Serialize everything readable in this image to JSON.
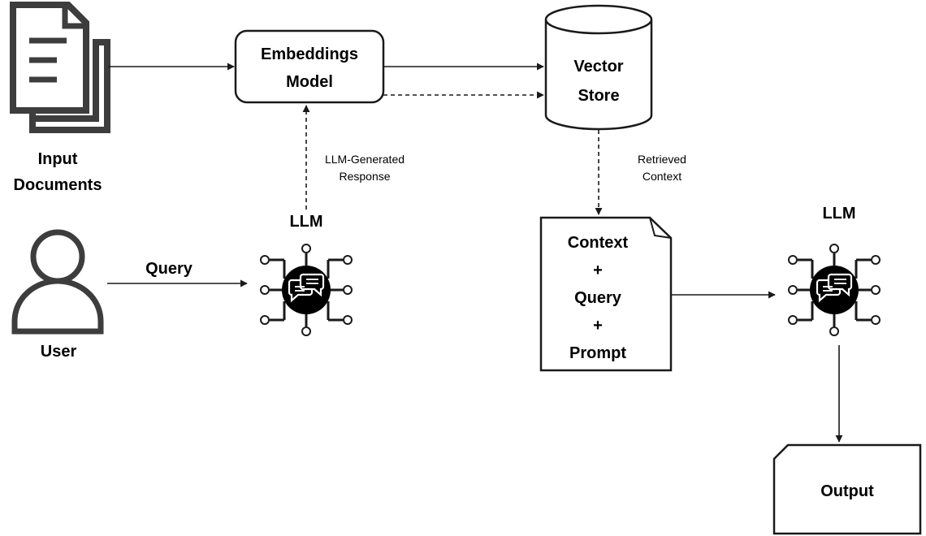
{
  "nodes": {
    "input_documents": [
      "Input",
      "Documents"
    ],
    "user": "User",
    "embeddings_model": [
      "Embeddings",
      "Model"
    ],
    "vector_store": [
      "Vector",
      "Store"
    ],
    "llm_left": "LLM",
    "llm_right": "LLM",
    "prompt_doc": [
      "Context",
      "+",
      "Query",
      "+",
      "Prompt"
    ],
    "output": "Output"
  },
  "edges": {
    "query": "Query",
    "llm_generated_response": [
      "LLM-Generated",
      "Response"
    ],
    "retrieved_context": [
      "Retrieved",
      "Context"
    ]
  },
  "colors": {
    "stroke": "#1a1a1a",
    "icon_gray": "#3d3d3d",
    "chip_fill": "#000000"
  },
  "icons": [
    "documents-icon",
    "user-icon",
    "llm-chip-icon",
    "cylinder-icon",
    "folded-document-icon"
  ]
}
